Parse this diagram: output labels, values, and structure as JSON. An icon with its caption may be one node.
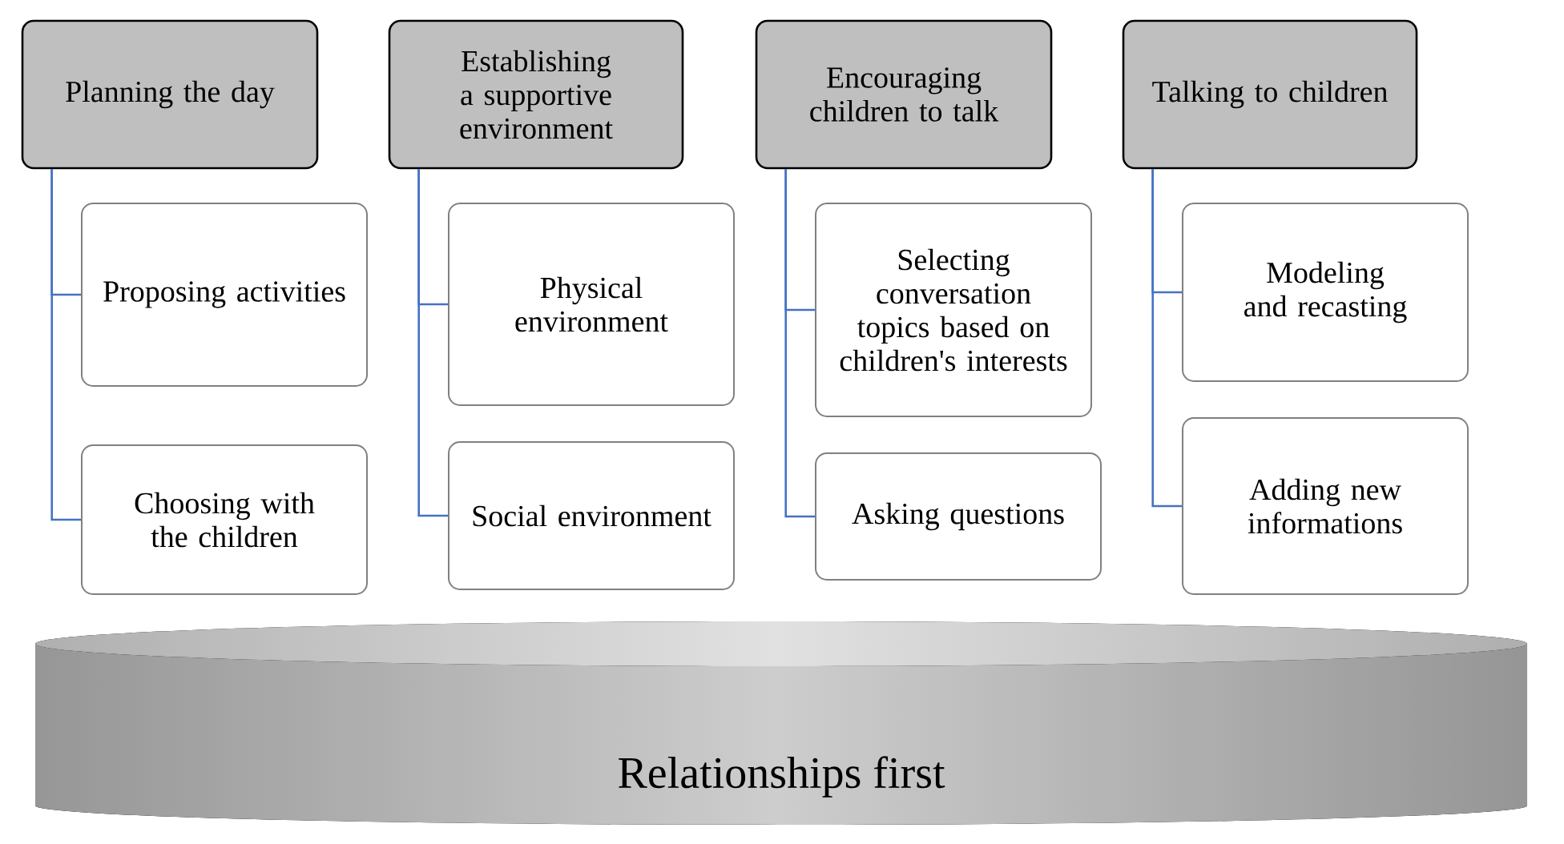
{
  "diagram": {
    "nodes": [
      {
        "text": [
          "Planning the day"
        ]
      },
      {
        "text": [
          "Proposing activities"
        ]
      },
      {
        "text": [
          "Choosing with the children"
        ]
      },
      {
        "text": [
          "Establishing a supportive environment"
        ]
      },
      {
        "text": [
          "Physical environment"
        ]
      },
      {
        "text": [
          "Social environment"
        ]
      },
      {
        "text": [
          "Encouraging children to talk"
        ]
      },
      {
        "text": [
          "Selecting conversation topics based on children's interests"
        ]
      },
      {
        "text": [
          "Asking questions"
        ]
      },
      {
        "text": [
          "Talking to children"
        ]
      },
      {
        "text": [
          "Modeling and recasting"
        ]
      },
      {
        "text": [
          "Adding new informations"
        ]
      },
      {
        "text": [
          "Relationships first"
        ]
      }
    ],
    "edges": [
      {
        "from": 0,
        "to": 1,
        "arrow": "none"
      },
      {
        "from": 0,
        "to": 2,
        "arrow": "none"
      },
      {
        "from": 3,
        "to": 4,
        "arrow": "none"
      },
      {
        "from": 3,
        "to": 5,
        "arrow": "none"
      },
      {
        "from": 6,
        "to": 7,
        "arrow": "none"
      },
      {
        "from": 6,
        "to": 8,
        "arrow": "none"
      },
      {
        "from": 9,
        "to": 10,
        "arrow": "none"
      },
      {
        "from": 9,
        "to": 11,
        "arrow": "none"
      }
    ]
  }
}
